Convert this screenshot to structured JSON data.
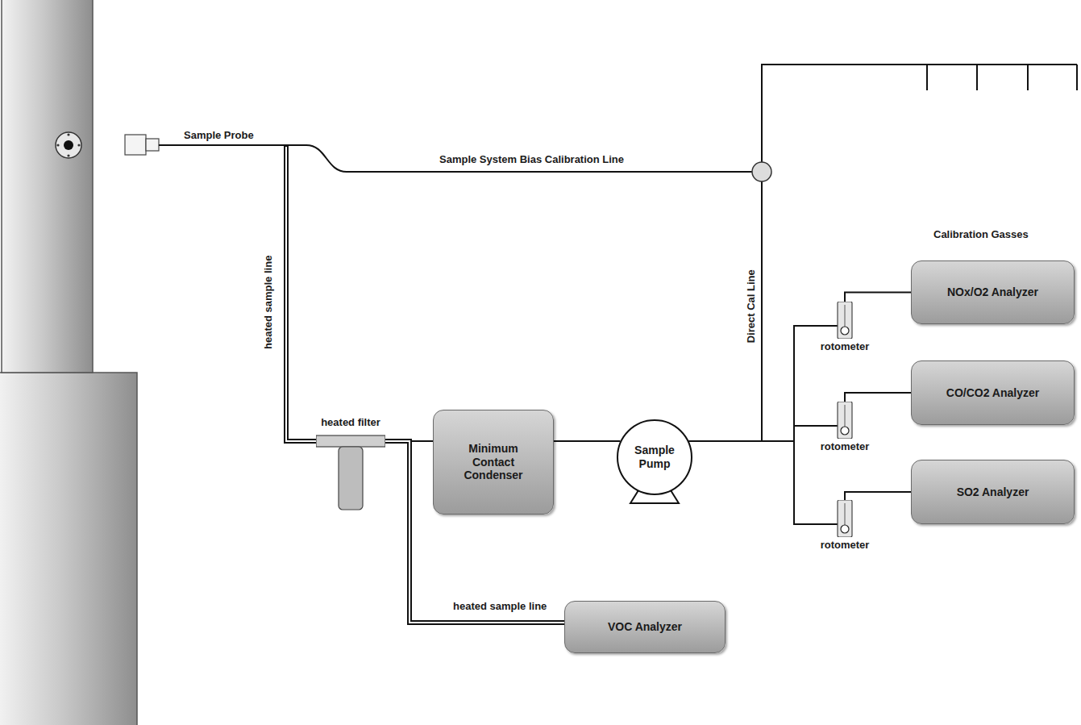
{
  "diagram": {
    "nodes": [
      {
        "text": [
          "heated filter"
        ]
      },
      {
        "text": [
          "Minimum Contact Condenser"
        ]
      },
      {
        "text": [
          "Sample Pump"
        ]
      },
      {
        "text": [
          "rotometer"
        ]
      },
      {
        "text": [
          "NOx/O2 Analyzer"
        ]
      },
      {
        "text": [
          "rotometer"
        ]
      },
      {
        "text": [
          "CO/CO2 Analyzer"
        ]
      },
      {
        "text": [
          "rotometer"
        ]
      },
      {
        "text": [
          "SO2 Analyzer"
        ]
      },
      {
        "text": [
          "VOC Analyzer"
        ]
      }
    ],
    "edges": [
      {
        "from": 0,
        "to": 1,
        "arrow": "none"
      },
      {
        "from": 0,
        "to": 9,
        "label": "heated sample line",
        "arrow": "none"
      },
      {
        "from": 1,
        "to": 2,
        "arrow": "none"
      },
      {
        "from": 2,
        "to": 3,
        "arrow": "none"
      },
      {
        "from": 2,
        "to": 5,
        "arrow": "none"
      },
      {
        "from": 2,
        "to": 7,
        "arrow": "none"
      },
      {
        "from": 3,
        "to": 4,
        "arrow": "none"
      },
      {
        "from": 5,
        "to": 6,
        "arrow": "none"
      },
      {
        "from": 7,
        "to": 8,
        "arrow": "none"
      }
    ],
    "labels": [
      "Sample Probe",
      "heated sample line",
      "Sample System Bias Calibration Line",
      "Direct Cal Line",
      "Calibration Gasses"
    ]
  }
}
